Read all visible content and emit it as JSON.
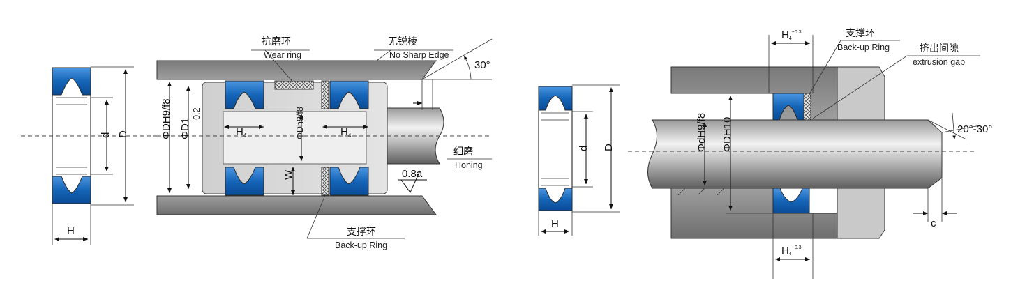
{
  "labels": {
    "wear_ring_cn": "抗磨环",
    "wear_ring_en": "Wear ring",
    "no_sharp_edge_cn": "无锐棱",
    "no_sharp_edge_en": "No Sharp Edge",
    "angle_30": "30°",
    "honing_cn": "细磨",
    "honing_en": "Honing",
    "roughness": "0.8a",
    "backup_ring_cn_1": "支撑环",
    "backup_ring_en_1": "Back-up Ring",
    "backup_ring_cn_2": "支撑环",
    "backup_ring_en_2": "Back-up Ring",
    "extrusion_gap_cn": "挤出间隙",
    "extrusion_gap_en": "extrusion gap",
    "chamfer_angle": "20°-30°"
  },
  "dimensions": {
    "left_H": "H",
    "left_d": "d",
    "left_D": "D",
    "piston_DH": "ΦDH9/f8",
    "piston_D1": "ΦD1",
    "piston_D1_tol": "-0.2",
    "piston_Dh": "ΦDh9/f8",
    "piston_H4_left": "H",
    "piston_H4_left_sub": "4",
    "piston_H4_right": "H",
    "piston_H4_right_sub": "4",
    "piston_W": "W",
    "right_H": "H",
    "right_d": "d",
    "right_D": "D",
    "rod_H4_top": "H",
    "rod_H4_top_sub": "4",
    "rod_H4_top_tol": "+0.3",
    "rod_H4_bottom": "H",
    "rod_H4_bottom_sub": "4",
    "rod_H4_bottom_tol": "+0.3",
    "rod_dH": "ΦdH9/f8",
    "rod_DH10": "ΦDH10",
    "rod_c": "c"
  },
  "colors": {
    "seal_blue": "#1565b8",
    "housing_gray": "#8a8a8a",
    "light_gray": "#d4d4d4"
  }
}
